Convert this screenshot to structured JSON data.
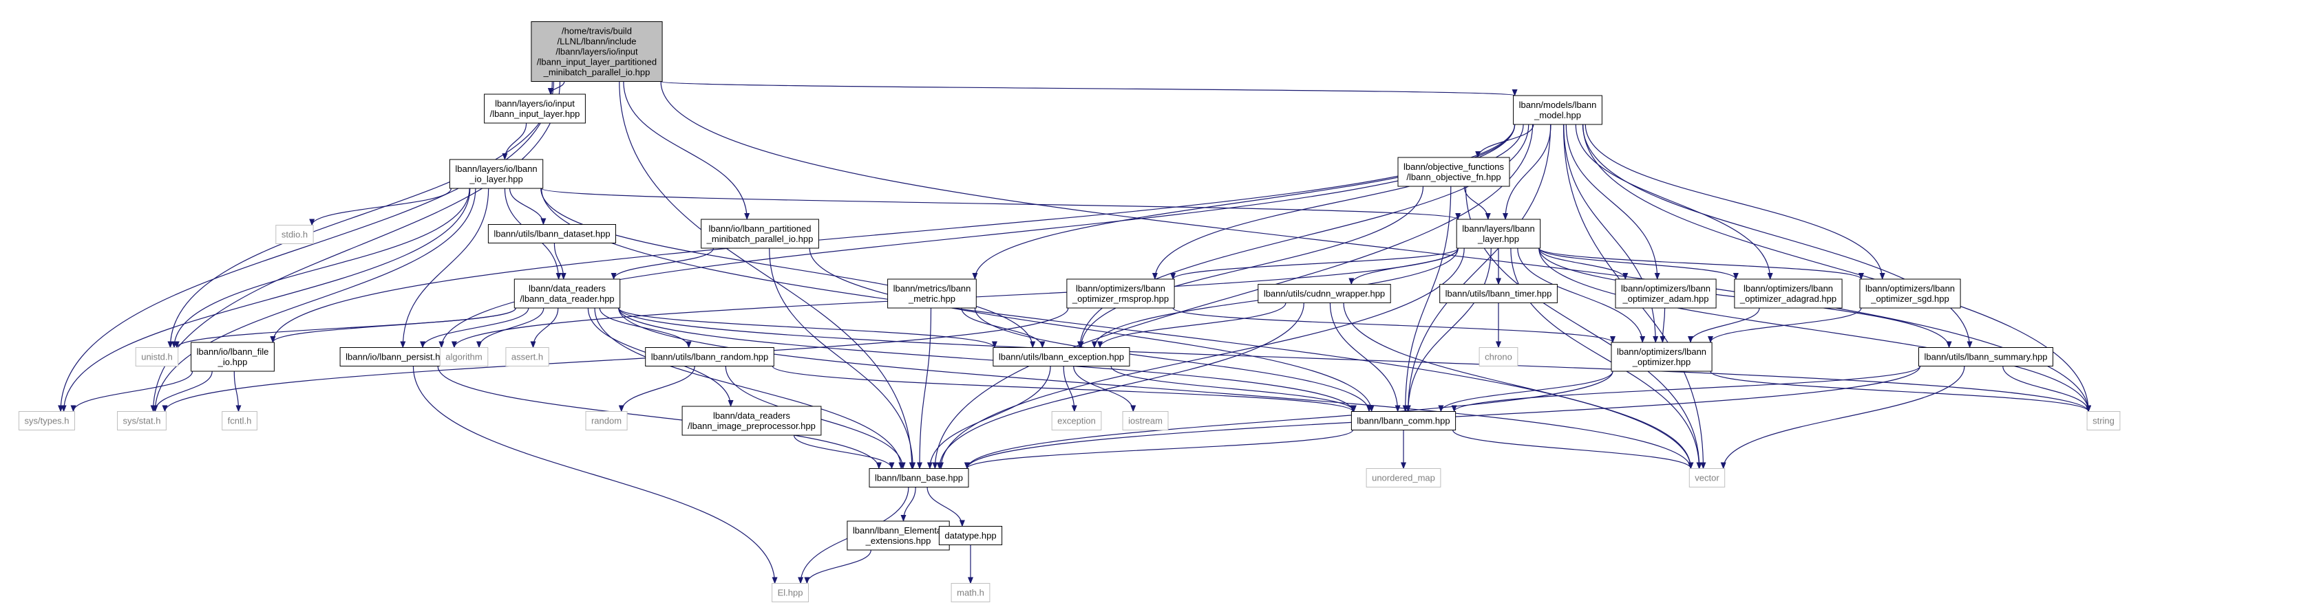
{
  "colors": {
    "edge": "#191970",
    "node_border_main": "#000000",
    "node_border_external": "#bfbfbf",
    "node_fill": "#ffffff",
    "root_fill": "#bfbfbf",
    "external_text": "#7f7f7f",
    "text": "#000000"
  },
  "nodes": [
    {
      "id": "root",
      "kind": "root",
      "lines": [
        "/home/travis/build",
        "/LLNL/lbann/include",
        "/lbann/layers/io/input",
        "/lbann_input_layer_partitioned",
        "_minibatch_parallel_io.hpp"
      ]
    },
    {
      "id": "input_layer",
      "kind": "file",
      "lines": [
        "lbann/layers/io/input",
        "/lbann_input_layer.hpp"
      ]
    },
    {
      "id": "io_layer",
      "kind": "file",
      "lines": [
        "lbann/layers/io/lbann",
        "_io_layer.hpp"
      ]
    },
    {
      "id": "partitioned_io",
      "kind": "file",
      "lines": [
        "lbann/io/lbann_partitioned",
        "_minibatch_parallel_io.hpp"
      ]
    },
    {
      "id": "model",
      "kind": "file",
      "lines": [
        "lbann/models/lbann",
        "_model.hpp"
      ]
    },
    {
      "id": "objective_fn",
      "kind": "file",
      "lines": [
        "lbann/objective_functions",
        "/lbann_objective_fn.hpp"
      ]
    },
    {
      "id": "layer",
      "kind": "file",
      "lines": [
        "lbann/layers/lbann",
        "_layer.hpp"
      ]
    },
    {
      "id": "stdio",
      "kind": "external",
      "lines": [
        "stdio.h"
      ]
    },
    {
      "id": "dataset",
      "kind": "file",
      "lines": [
        "lbann/utils/lbann_dataset.hpp"
      ]
    },
    {
      "id": "data_reader",
      "kind": "file",
      "lines": [
        "lbann/data_readers",
        "/lbann_data_reader.hpp"
      ]
    },
    {
      "id": "metric",
      "kind": "file",
      "lines": [
        "lbann/metrics/lbann",
        "_metric.hpp"
      ]
    },
    {
      "id": "rmsprop",
      "kind": "file",
      "lines": [
        "lbann/optimizers/lbann",
        "_optimizer_rmsprop.hpp"
      ]
    },
    {
      "id": "cudnn",
      "kind": "file",
      "lines": [
        "lbann/utils/cudnn_wrapper.hpp"
      ]
    },
    {
      "id": "timer",
      "kind": "file",
      "lines": [
        "lbann/utils/lbann_timer.hpp"
      ]
    },
    {
      "id": "adam",
      "kind": "file",
      "lines": [
        "lbann/optimizers/lbann",
        "_optimizer_adam.hpp"
      ]
    },
    {
      "id": "adagrad",
      "kind": "file",
      "lines": [
        "lbann/optimizers/lbann",
        "_optimizer_adagrad.hpp"
      ]
    },
    {
      "id": "sgd",
      "kind": "file",
      "lines": [
        "lbann/optimizers/lbann",
        "_optimizer_sgd.hpp"
      ]
    },
    {
      "id": "unistd",
      "kind": "external",
      "lines": [
        "unistd.h"
      ]
    },
    {
      "id": "file_io",
      "kind": "file",
      "lines": [
        "lbann/io/lbann_file",
        "_io.hpp"
      ]
    },
    {
      "id": "persist",
      "kind": "file",
      "lines": [
        "lbann/io/lbann_persist.hpp"
      ]
    },
    {
      "id": "algorithm",
      "kind": "external",
      "lines": [
        "algorithm"
      ]
    },
    {
      "id": "assert",
      "kind": "external",
      "lines": [
        "assert.h"
      ]
    },
    {
      "id": "random_hpp",
      "kind": "file",
      "lines": [
        "lbann/utils/lbann_random.hpp"
      ]
    },
    {
      "id": "exception",
      "kind": "file",
      "lines": [
        "lbann/utils/lbann_exception.hpp"
      ]
    },
    {
      "id": "chrono",
      "kind": "external",
      "lines": [
        "chrono"
      ]
    },
    {
      "id": "optimizer",
      "kind": "file",
      "lines": [
        "lbann/optimizers/lbann",
        "_optimizer.hpp"
      ]
    },
    {
      "id": "summary",
      "kind": "file",
      "lines": [
        "lbann/utils/lbann_summary.hpp"
      ]
    },
    {
      "id": "sys_types",
      "kind": "external",
      "lines": [
        "sys/types.h"
      ]
    },
    {
      "id": "sys_stat",
      "kind": "external",
      "lines": [
        "sys/stat.h"
      ]
    },
    {
      "id": "fcntl",
      "kind": "external",
      "lines": [
        "fcntl.h"
      ]
    },
    {
      "id": "random",
      "kind": "external",
      "lines": [
        "random"
      ]
    },
    {
      "id": "image_preprocessor",
      "kind": "file",
      "lines": [
        "lbann/data_readers",
        "/lbann_image_preprocessor.hpp"
      ]
    },
    {
      "id": "exception_std",
      "kind": "external",
      "lines": [
        "exception"
      ]
    },
    {
      "id": "iostream",
      "kind": "external",
      "lines": [
        "iostream"
      ]
    },
    {
      "id": "comm",
      "kind": "file",
      "lines": [
        "lbann/lbann_comm.hpp"
      ]
    },
    {
      "id": "string",
      "kind": "external",
      "lines": [
        "string"
      ]
    },
    {
      "id": "base",
      "kind": "file",
      "lines": [
        "lbann/lbann_base.hpp"
      ]
    },
    {
      "id": "unordered_map",
      "kind": "external",
      "lines": [
        "unordered_map"
      ]
    },
    {
      "id": "vector",
      "kind": "external",
      "lines": [
        "vector"
      ]
    },
    {
      "id": "elemental_ext",
      "kind": "file",
      "lines": [
        "lbann/lbann_Elemental",
        "_extensions.hpp"
      ]
    },
    {
      "id": "datatype",
      "kind": "file",
      "lines": [
        "datatype.hpp"
      ]
    },
    {
      "id": "el",
      "kind": "external",
      "lines": [
        "El.hpp"
      ]
    },
    {
      "id": "math",
      "kind": "external",
      "lines": [
        "math.h"
      ]
    }
  ],
  "edges": [
    [
      "root",
      "input_layer"
    ],
    [
      "root",
      "partitioned_io"
    ],
    [
      "root",
      "model"
    ],
    [
      "root",
      "base"
    ],
    [
      "root",
      "unistd"
    ],
    [
      "root",
      "sys_types"
    ],
    [
      "root",
      "sys_stat"
    ],
    [
      "root",
      "string"
    ],
    [
      "input_layer",
      "io_layer"
    ],
    [
      "io_layer",
      "layer"
    ],
    [
      "io_layer",
      "dataset"
    ],
    [
      "io_layer",
      "data_reader"
    ],
    [
      "io_layer",
      "stdio"
    ],
    [
      "io_layer",
      "unistd"
    ],
    [
      "io_layer",
      "sys_types"
    ],
    [
      "io_layer",
      "sys_stat"
    ],
    [
      "io_layer",
      "persist"
    ],
    [
      "io_layer",
      "exception"
    ],
    [
      "io_layer",
      "vector"
    ],
    [
      "partitioned_io",
      "data_reader"
    ],
    [
      "partitioned_io",
      "base"
    ],
    [
      "partitioned_io",
      "comm"
    ],
    [
      "model",
      "objective_fn"
    ],
    [
      "model",
      "layer"
    ],
    [
      "model",
      "metric"
    ],
    [
      "model",
      "rmsprop"
    ],
    [
      "model",
      "adagrad"
    ],
    [
      "model",
      "sgd"
    ],
    [
      "model",
      "adam"
    ],
    [
      "model",
      "summary"
    ],
    [
      "model",
      "file_io"
    ],
    [
      "model",
      "persist"
    ],
    [
      "model",
      "base"
    ],
    [
      "model",
      "comm"
    ],
    [
      "model",
      "optimizer"
    ],
    [
      "model",
      "string"
    ],
    [
      "model",
      "vector"
    ],
    [
      "model",
      "exception"
    ],
    [
      "objective_fn",
      "layer"
    ],
    [
      "objective_fn",
      "exception"
    ],
    [
      "objective_fn",
      "comm"
    ],
    [
      "objective_fn",
      "vector"
    ],
    [
      "layer",
      "rmsprop"
    ],
    [
      "layer",
      "cudnn"
    ],
    [
      "layer",
      "timer"
    ],
    [
      "layer",
      "adam"
    ],
    [
      "layer",
      "adagrad"
    ],
    [
      "layer",
      "sgd"
    ],
    [
      "layer",
      "optimizer"
    ],
    [
      "layer",
      "summary"
    ],
    [
      "layer",
      "exception"
    ],
    [
      "layer",
      "comm"
    ],
    [
      "layer",
      "base"
    ],
    [
      "layer",
      "persist"
    ],
    [
      "layer",
      "string"
    ],
    [
      "layer",
      "vector"
    ],
    [
      "dataset",
      "data_reader"
    ],
    [
      "data_reader",
      "unistd"
    ],
    [
      "data_reader",
      "file_io"
    ],
    [
      "data_reader",
      "persist"
    ],
    [
      "data_reader",
      "algorithm"
    ],
    [
      "data_reader",
      "assert"
    ],
    [
      "data_reader",
      "random_hpp"
    ],
    [
      "data_reader",
      "image_preprocessor"
    ],
    [
      "data_reader",
      "exception"
    ],
    [
      "data_reader",
      "comm"
    ],
    [
      "data_reader",
      "base"
    ],
    [
      "data_reader",
      "string"
    ],
    [
      "data_reader",
      "vector"
    ],
    [
      "metric",
      "base"
    ],
    [
      "metric",
      "comm"
    ],
    [
      "metric",
      "exception"
    ],
    [
      "rmsprop",
      "optimizer"
    ],
    [
      "rmsprop",
      "sys_stat"
    ],
    [
      "cudnn",
      "exception"
    ],
    [
      "cudnn",
      "base"
    ],
    [
      "cudnn",
      "comm"
    ],
    [
      "cudnn",
      "vector"
    ],
    [
      "timer",
      "chrono"
    ],
    [
      "adam",
      "optimizer"
    ],
    [
      "adagrad",
      "optimizer"
    ],
    [
      "sgd",
      "optimizer"
    ],
    [
      "file_io",
      "sys_types"
    ],
    [
      "file_io",
      "sys_stat"
    ],
    [
      "file_io",
      "fcntl"
    ],
    [
      "persist",
      "base"
    ],
    [
      "persist",
      "el"
    ],
    [
      "random_hpp",
      "random"
    ],
    [
      "random_hpp",
      "base"
    ],
    [
      "random_hpp",
      "comm"
    ],
    [
      "image_preprocessor",
      "base"
    ],
    [
      "exception",
      "exception_std"
    ],
    [
      "exception",
      "iostream"
    ],
    [
      "exception",
      "base"
    ],
    [
      "exception",
      "comm"
    ],
    [
      "optimizer",
      "comm"
    ],
    [
      "optimizer",
      "base"
    ],
    [
      "optimizer",
      "string"
    ],
    [
      "summary",
      "comm"
    ],
    [
      "summary",
      "base"
    ],
    [
      "summary",
      "string"
    ],
    [
      "summary",
      "vector"
    ],
    [
      "comm",
      "base"
    ],
    [
      "comm",
      "unordered_map"
    ],
    [
      "comm",
      "vector"
    ],
    [
      "base",
      "elemental_ext"
    ],
    [
      "base",
      "datatype"
    ],
    [
      "base",
      "el"
    ],
    [
      "elemental_ext",
      "el"
    ],
    [
      "datatype",
      "math"
    ]
  ]
}
